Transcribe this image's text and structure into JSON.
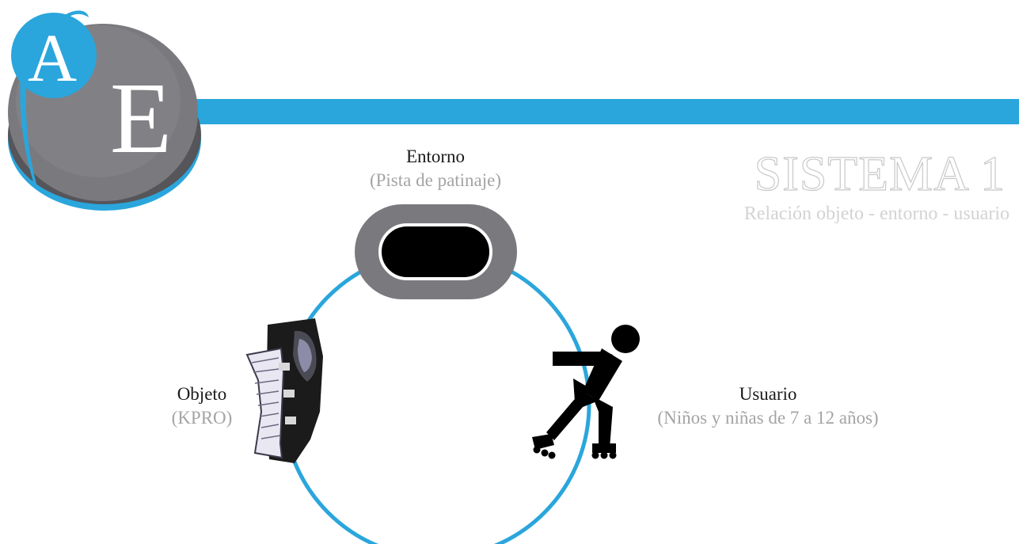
{
  "logo": {
    "letter_a": "A",
    "letter_e": "E"
  },
  "header": {
    "title": "SISTEMA 1",
    "subtitle": "Relación objeto - entorno - usuario"
  },
  "nodes": {
    "entorno": {
      "label": "Entorno",
      "detail": "(Pista de patinaje)",
      "icon": "skating-rink-icon"
    },
    "objeto": {
      "label": "Objeto",
      "detail": "(KPRO)",
      "icon": "knee-brace-icon"
    },
    "usuario": {
      "label": "Usuario",
      "detail": "(Niños y niñas de 7 a 12 años)",
      "icon": "inline-skater-icon"
    }
  },
  "colors": {
    "accent": "#2aa6dc",
    "logo_gray": "#77777b",
    "title_outline": "#c9c9c9",
    "detail_text": "#a4a4a4"
  }
}
